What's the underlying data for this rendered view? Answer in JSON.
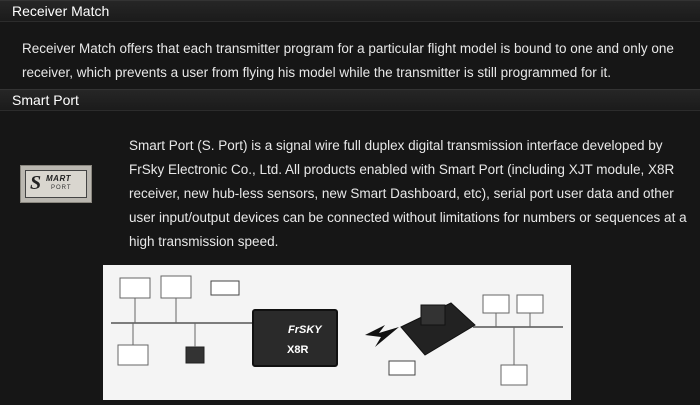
{
  "sections": [
    {
      "title": "Receiver Match",
      "text": "Receiver Match offers that each transmitter program for a particular flight model is bound to one and only one receiver, which prevents a user from flying his model while the transmitter is still programmed for it."
    },
    {
      "title": "Smart Port",
      "text": "Smart Port (S. Port) is a signal wire full duplex digital transmission interface developed by FrSky Electronic Co., Ltd. All products enabled with Smart Port (including XJT module, X8R receiver, new hub-less sensors, new Smart Dashboard, etc), serial port user data and other user input/output devices can be connected without limitations for numbers or sequences at a high transmission speed."
    }
  ],
  "logo": {
    "letter": "S",
    "line1": "MART",
    "line2": "PORT",
    "icon": "smart-port-logo"
  },
  "diagram": {
    "receiver_brand": "FrSKY",
    "receiver_model": "X8R",
    "icon_bolt": "lightning-bolt-icon"
  }
}
